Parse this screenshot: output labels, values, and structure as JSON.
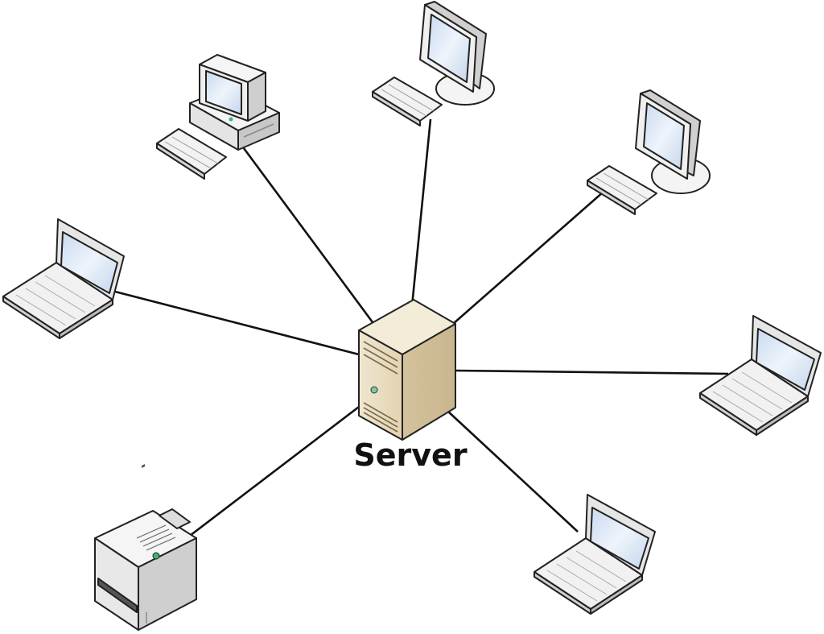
{
  "diagram": {
    "type": "star-network",
    "hub": {
      "id": "server",
      "label": "Server",
      "icon": "server-tower-icon"
    },
    "nodes": [
      {
        "id": "desktop-crt",
        "icon": "desktop-computer-icon"
      },
      {
        "id": "monitor-top",
        "icon": "flat-monitor-icon"
      },
      {
        "id": "monitor-right",
        "icon": "flat-monitor-icon"
      },
      {
        "id": "laptop-left",
        "icon": "laptop-icon"
      },
      {
        "id": "laptop-right",
        "icon": "laptop-icon"
      },
      {
        "id": "laptop-bottom-right",
        "icon": "laptop-icon"
      },
      {
        "id": "printer",
        "icon": "printer-icon"
      }
    ],
    "edges": [
      [
        "server",
        "desktop-crt"
      ],
      [
        "server",
        "monitor-top"
      ],
      [
        "server",
        "monitor-right"
      ],
      [
        "server",
        "laptop-left"
      ],
      [
        "server",
        "laptop-right"
      ],
      [
        "server",
        "laptop-bottom-right"
      ],
      [
        "server",
        "printer"
      ]
    ],
    "colors": {
      "line": "#111111",
      "server_body": "#e9dcc0",
      "device_body": "#f2f2f2",
      "screen": "#dce8f5"
    }
  }
}
